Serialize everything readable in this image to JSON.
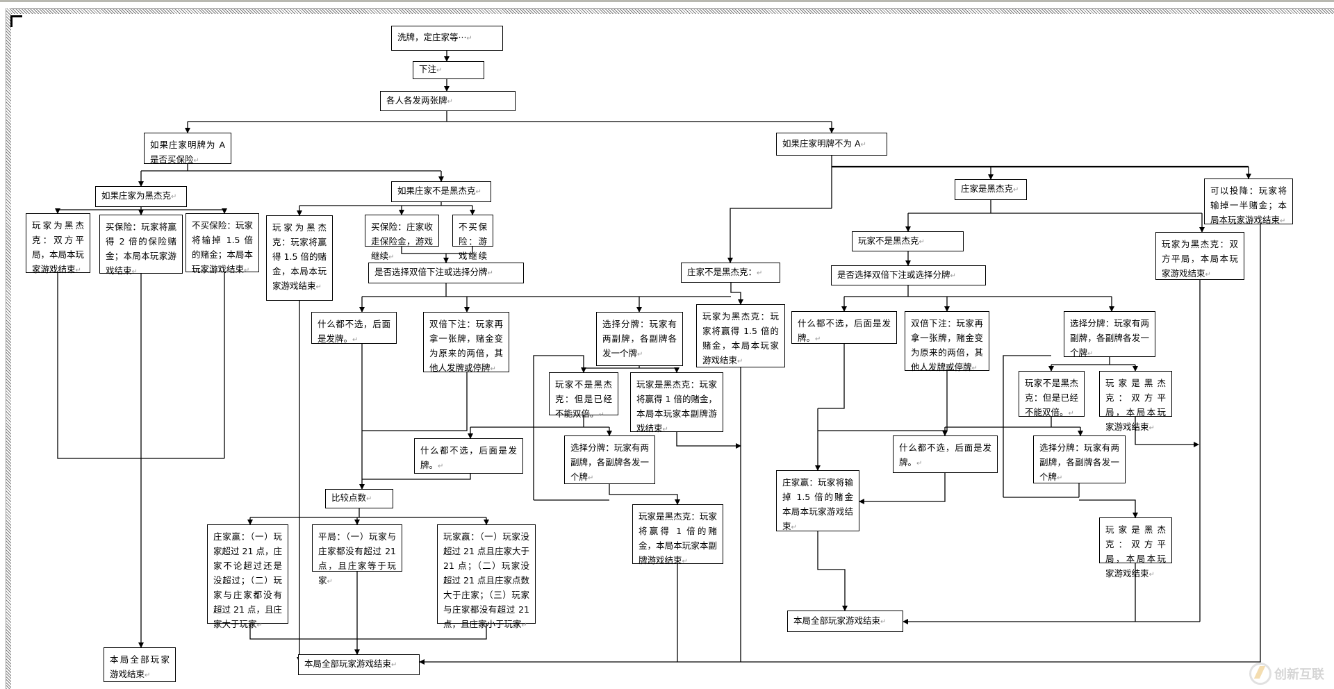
{
  "nodes": [
    {
      "id": "shuffle",
      "text": "洗牌，定庄家等···"
    },
    {
      "id": "bet",
      "text": "下注"
    },
    {
      "id": "deal-two",
      "text": "各人各发两张牌"
    },
    {
      "id": "dealer-ace",
      "text": "如果庄家明牌为 A 是否买保险"
    },
    {
      "id": "dealer-bj",
      "text": "如果庄家为黑杰克"
    },
    {
      "id": "dealer-not-bj",
      "text": "如果庄家不是黑杰克"
    },
    {
      "id": "player-bj-push",
      "text": "玩家为黑杰克：双方平局，本局本玩家游戏结束"
    },
    {
      "id": "insure-win",
      "text": "买保险：玩家将赢得 2 倍的保险赌金；本局本玩家游戏结束"
    },
    {
      "id": "no-insure-lose",
      "text": "不买保险：玩家将输掉 1.5 倍的赌金；本局本玩家游戏结束"
    },
    {
      "id": "player-bj-win-a",
      "text": "玩家为黑杰克：玩家将赢得 1.5 倍的赌金，本局本玩家游戏结束"
    },
    {
      "id": "insure-continue",
      "text": "买保险：庄家收走保险金，游戏继续"
    },
    {
      "id": "no-insure-continue",
      "text": "不买保险：游戏继续"
    },
    {
      "id": "choose-left",
      "text": "是否选择双倍下注或选择分牌"
    },
    {
      "id": "nothing-l1",
      "text": "什么都不选，后面是发牌。"
    },
    {
      "id": "double-l",
      "text": "双倍下注：玩家再拿一张牌，赌金变为原来的两倍，其他人发牌或停牌"
    },
    {
      "id": "split-l1",
      "text": "选择分牌：玩家有两副牌，各副牌各发一个牌"
    },
    {
      "id": "player-bj-win-b",
      "text": "玩家为黑杰克：玩家将赢得 1.5 倍的赌金，本局本玩家游戏结束"
    },
    {
      "id": "not-bj-nodouble-l",
      "text": "玩家不是黑杰克：但是已经不能双倍。"
    },
    {
      "id": "bj-win1-l1",
      "text": "玩家是黑杰克：玩家将赢得 1 倍的赌金，本局本玩家本副牌游戏结束"
    },
    {
      "id": "nothing-l2",
      "text": "什么都不选，后面是发牌。"
    },
    {
      "id": "split-l2",
      "text": "选择分牌：玩家有两副牌，各副牌各发一个牌"
    },
    {
      "id": "compare",
      "text": "比较点数"
    },
    {
      "id": "dealer-wins-l",
      "text": "庄家赢：（一）玩家超过 21 点，庄家不论超过还是没超过；（二）玩家与庄家都没有超过 21 点，且庄家大于玩家"
    },
    {
      "id": "push",
      "text": "平局：（一）玩家与庄家都没有超过 21 点，且庄家等于玩家"
    },
    {
      "id": "player-wins",
      "text": "玩家赢：（一）玩家没超过 21 点且庄家大于 21 点；（二）玩家没超过 21 点且庄家点数大于庄家；（三）玩家与庄家都没有超过 21 点，且庄家小于玩家"
    },
    {
      "id": "bj-win1-l2",
      "text": "玩家是黑杰克：玩家将赢得 1 倍的赌金，本局本玩家本副牌游戏结束"
    },
    {
      "id": "end-mid",
      "text": "本局全部玩家游戏结束"
    },
    {
      "id": "end-left",
      "text": "本局全部玩家游戏结束"
    },
    {
      "id": "dealer-not-ace",
      "text": "如果庄家明牌不为 A"
    },
    {
      "id": "dealer-is-bj",
      "text": "庄家是黑杰克"
    },
    {
      "id": "surrender",
      "text": "可以投降：玩家将输掉一半赌金；本局本玩家游戏结束"
    },
    {
      "id": "player-not-bj-r",
      "text": "玩家不是黑杰克"
    },
    {
      "id": "player-bj-push-r",
      "text": "玩家为黑杰克：双方平局，本局本玩家游戏结束"
    },
    {
      "id": "choose-right",
      "text": "是否选择双倍下注或选择分牌"
    },
    {
      "id": "dealer-not-bj-mid",
      "text": "庄家不是黑杰克："
    },
    {
      "id": "nothing-r1",
      "text": "什么都不选，后面是发牌。"
    },
    {
      "id": "double-r",
      "text": "双倍下注：玩家再拿一张牌，赌金变为原来的两倍，其他人发牌或停牌"
    },
    {
      "id": "split-r1",
      "text": "选择分牌：玩家有两副牌，各副牌各发一个牌"
    },
    {
      "id": "not-bj-nodouble-r",
      "text": "玩家不是黑杰克：但是已经不能双倍。"
    },
    {
      "id": "bj-push-r1",
      "text": "玩家是黑杰克：双方平局，本局本玩家游戏结束"
    },
    {
      "id": "nothing-r2",
      "text": "什么都不选，后面是发牌。"
    },
    {
      "id": "split-r2",
      "text": "选择分牌：玩家有两副牌，各副牌各发一个牌"
    },
    {
      "id": "dealer-wins-r",
      "text": "庄家赢：玩家将输掉 1.5 倍的赌金本局本玩家游戏结束"
    },
    {
      "id": "bj-push-r2",
      "text": "玩家是黑杰克：双方平局，本局本玩家游戏结束"
    },
    {
      "id": "end-right",
      "text": "本局全部玩家游戏结束"
    }
  ],
  "watermark": {
    "logo_text": "创新互联"
  }
}
